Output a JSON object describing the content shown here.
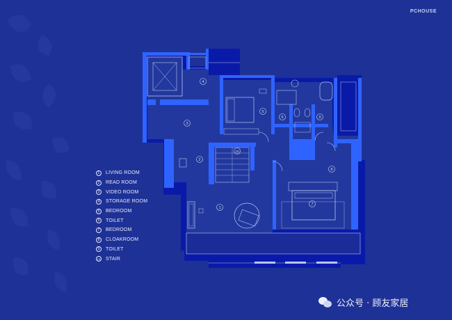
{
  "brand": "PCHOUSE",
  "rooms": [
    {
      "number": "1",
      "name": "LIVING ROOM"
    },
    {
      "number": "2",
      "name": "READ ROOM"
    },
    {
      "number": "3",
      "name": "VIDEO ROOM"
    },
    {
      "number": "4",
      "name": "STORAGE ROOM"
    },
    {
      "number": "5",
      "name": "BEDROOM"
    },
    {
      "number": "6",
      "name": "TOILET"
    },
    {
      "number": "7",
      "name": "BEDROOM"
    },
    {
      "number": "8",
      "name": "CLOAKROOM"
    },
    {
      "number": "9",
      "name": "TOILET"
    },
    {
      "number": "10",
      "name": "STAIR"
    }
  ],
  "watermark": "公众号 · 顾友家居",
  "icons": [
    "wechat-icon"
  ],
  "colors": {
    "background": "#1e3196",
    "wall": "#0a1aa8",
    "accent": "#2f63ff",
    "line": "#b9c6f2"
  }
}
